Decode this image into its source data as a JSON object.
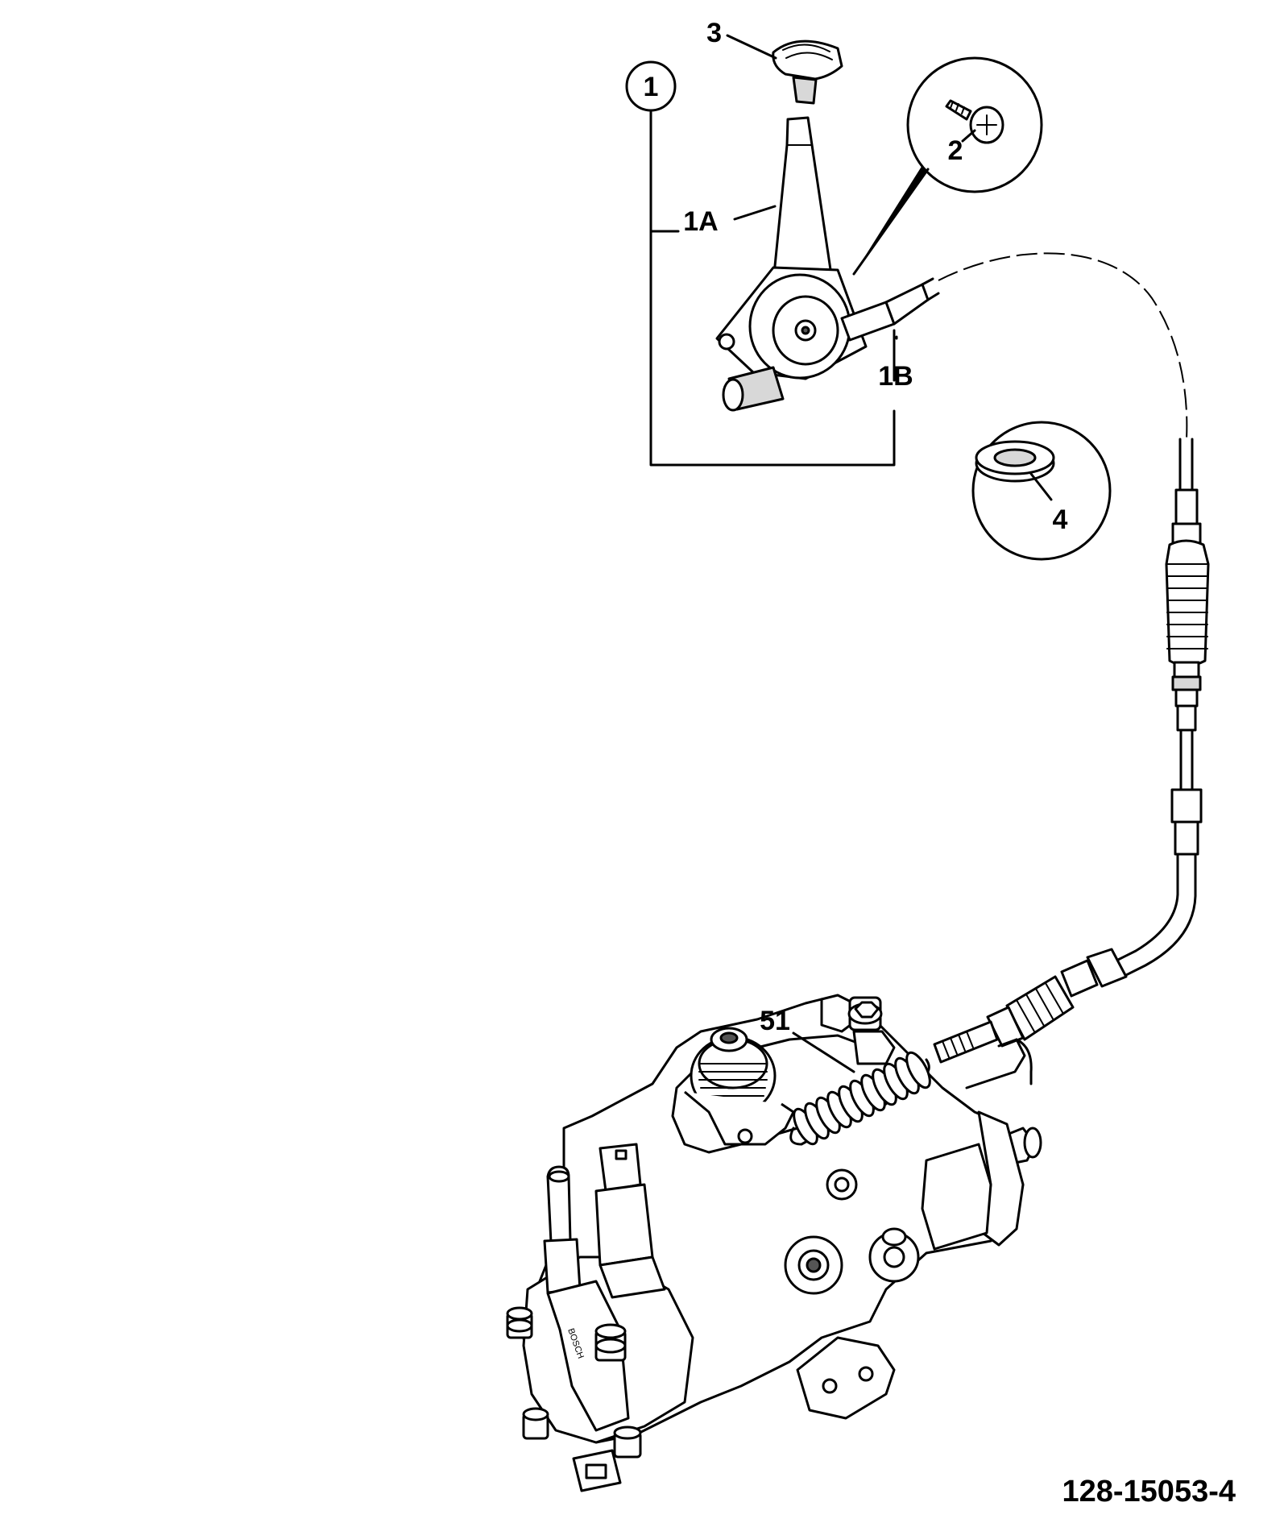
{
  "callouts": {
    "item_1": "1",
    "item_1a": "1A",
    "item_1b": "1B",
    "item_2": "2",
    "item_3": "3",
    "item_4": "4",
    "item_51": "51"
  },
  "drawing_number": "128-15053-4",
  "pump_label": "BOSCH"
}
